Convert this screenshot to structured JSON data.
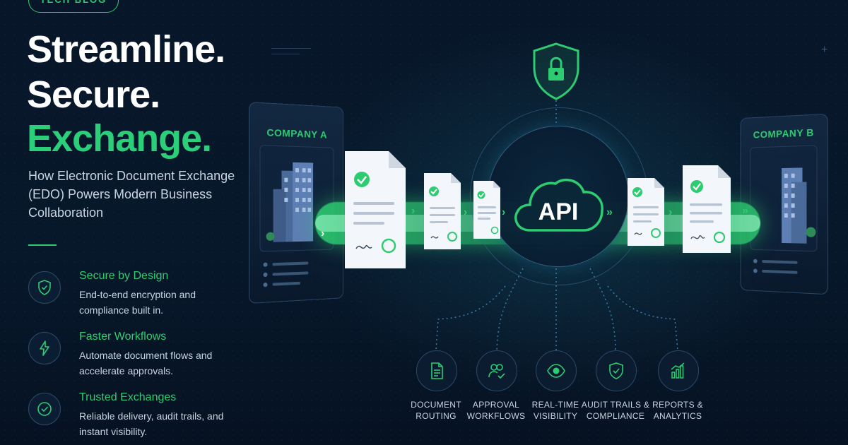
{
  "badge": "TECH BLOG",
  "headline": {
    "line1": "Streamline.",
    "line2": "Secure.",
    "line3": "Exchange."
  },
  "subtitle": "How Electronic Document Exchange (EDO) Powers Modern Business Collaboration",
  "features": [
    {
      "title": "Secure by Design",
      "desc": "End-to-end encryption and compliance built in.",
      "icon": "shield-check-icon"
    },
    {
      "title": "Faster Workflows",
      "desc": "Automate document flows and accelerate approvals.",
      "icon": "lightning-icon"
    },
    {
      "title": "Trusted Exchanges",
      "desc": "Reliable delivery, audit trails, and instant visibility.",
      "icon": "check-circle-icon"
    }
  ],
  "diagram": {
    "company_a": "COMPANY A",
    "company_b": "COMPANY B",
    "api_label": "API",
    "lock_icon": "shield-lock-icon",
    "capabilities": [
      {
        "line1": "DOCUMENT",
        "line2": "ROUTING",
        "icon": "document-icon"
      },
      {
        "line1": "APPROVAL",
        "line2": "WORKFLOWS",
        "icon": "users-check-icon"
      },
      {
        "line1": "REAL-TIME",
        "line2": "VISIBILITY",
        "icon": "eye-icon"
      },
      {
        "line1": "AUDIT TRAILS &",
        "line2": "COMPLIANCE",
        "icon": "shield-check-icon"
      },
      {
        "line1": "REPORTS &",
        "line2": "ANALYTICS",
        "icon": "bar-chart-icon"
      }
    ]
  },
  "colors": {
    "accent": "#2ecc71",
    "background": "#071325",
    "text": "#ffffff",
    "muted": "#c9d4e2"
  }
}
